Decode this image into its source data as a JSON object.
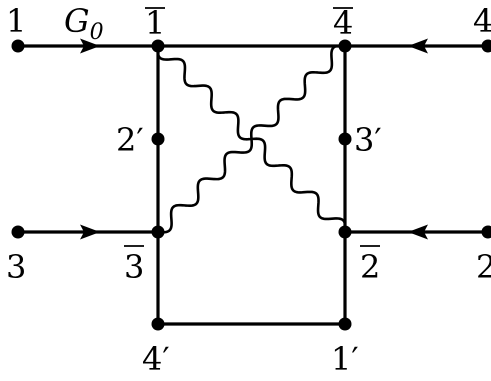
{
  "labels": {
    "external_1": "1",
    "external_4": "4",
    "external_3": "3",
    "external_2": "2",
    "propagator_base": "G",
    "propagator_sub": "0",
    "vertex_1bar": "1",
    "vertex_4bar": "4",
    "vertex_3bar": "3",
    "vertex_2bar": "2",
    "vertex_2prime": "2′",
    "vertex_3prime": "3′",
    "vertex_4prime": "4′",
    "vertex_1prime": "1′"
  }
}
